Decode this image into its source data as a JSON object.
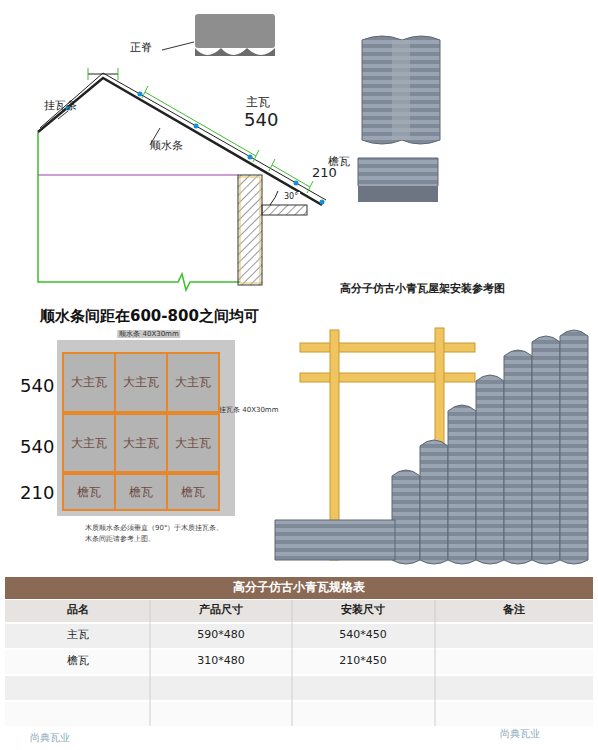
{
  "diagram": {
    "caption": "高分子仿古小青瓦屋架安装参考图",
    "nodes": [
      {
        "text": [
          "大主瓦"
        ]
      },
      {
        "text": [
          "大主瓦"
        ]
      },
      {
        "text": [
          "大主瓦"
        ]
      },
      {
        "text": [
          "大主瓦"
        ]
      },
      {
        "text": [
          "大主瓦"
        ]
      },
      {
        "text": [
          "大主瓦"
        ]
      },
      {
        "text": [
          "檐瓦"
        ]
      },
      {
        "text": [
          "檐瓦"
        ]
      },
      {
        "text": [
          "檐瓦"
        ]
      }
    ],
    "labels": [
      "正脊",
      "挂瓦条",
      "主瓦",
      "540",
      "顺水条",
      "檐瓦",
      "210",
      "30°",
      "顺水条间距在600-800之间均可",
      "顺水条 40X30mm",
      "540",
      "540",
      "210",
      "挂瓦条 40X30mm",
      "木质顺水条必须垂直（90°）于木质挂瓦条。",
      "木条间距请参考上图。",
      "高分子仿古小青瓦规格表",
      "品名",
      "产品尺寸",
      "安装尺寸",
      "备注",
      "主瓦",
      "590*480",
      "540*450",
      "檐瓦",
      "310*480",
      "210*450",
      "尚典瓦业",
      "尚典瓦业"
    ]
  }
}
